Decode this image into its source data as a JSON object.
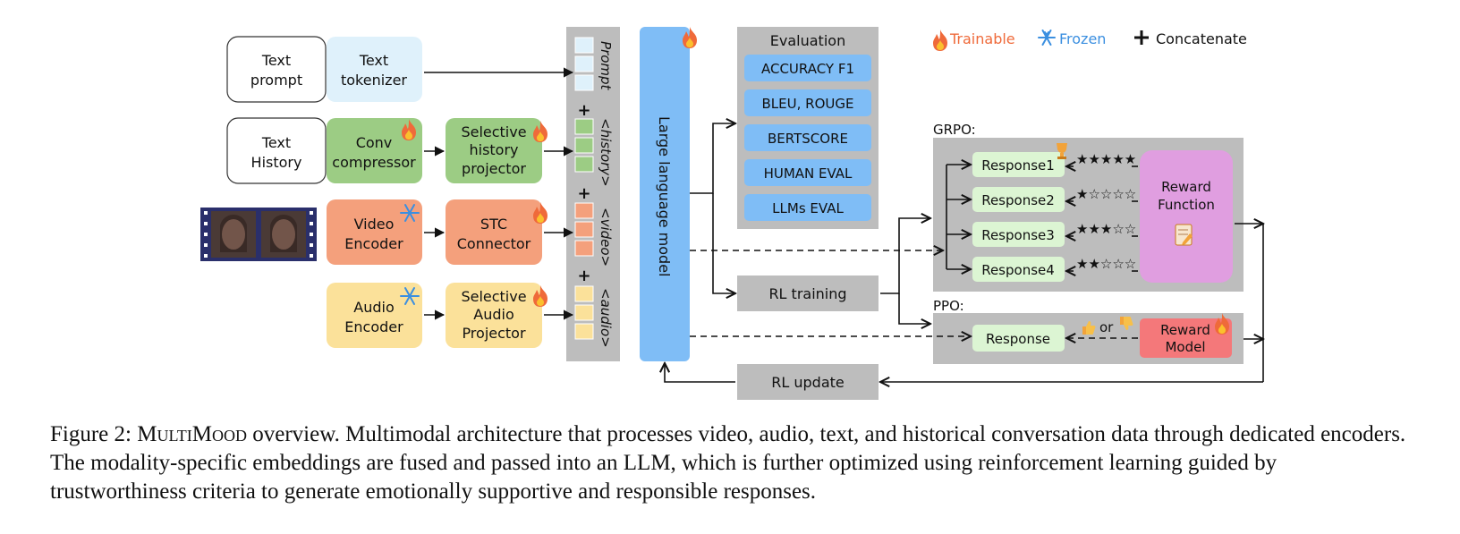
{
  "legend": {
    "trainable": "Trainable",
    "frozen": "Frozen",
    "concatenate": "Concatenate"
  },
  "inputs": {
    "text_prompt": [
      "Text",
      "prompt"
    ],
    "text_history": [
      "Text",
      "History"
    ]
  },
  "modules": {
    "text_tokenizer": [
      "Text",
      "tokenizer"
    ],
    "conv_compressor": [
      "Conv",
      "compressor"
    ],
    "selective_history_projector": [
      "Selective",
      "history",
      "projector"
    ],
    "video_encoder": [
      "Video",
      "Encoder"
    ],
    "stc_connector": [
      "STC",
      "Connector"
    ],
    "audio_encoder": [
      "Audio",
      "Encoder"
    ],
    "selective_audio_projector": [
      "Selective",
      "Audio",
      "Projector"
    ]
  },
  "token_labels": [
    "Prompt",
    "<history>",
    "<video>",
    "<audio>"
  ],
  "plus": "+",
  "llm": "Large language model",
  "evaluation": {
    "title": "Evaluation",
    "items": [
      "ACCURACY F1",
      "BLEU, ROUGE",
      "BERTSCORE",
      "HUMAN EVAL",
      "LLMs EVAL"
    ]
  },
  "rl_training": "RL training",
  "rl_update": "RL update",
  "grpo": {
    "label": "GRPO:",
    "responses": [
      "Response1",
      "Response2",
      "Response3",
      "Response4"
    ],
    "stars": [
      "★★★★★",
      "★☆☆☆☆",
      "★★★☆☆",
      "★★☆☆☆"
    ],
    "reward_function": [
      "Reward",
      "Function"
    ]
  },
  "ppo": {
    "label": "PPO:",
    "response": "Response",
    "or": "or",
    "reward_model": [
      "Reward",
      "Model"
    ]
  },
  "colors": {
    "trainable": "#ef6a3a",
    "frozen": "#3b8fe0",
    "llm": "#7fbdf6",
    "gray_panel": "#bdbdbd",
    "blue_item": "#7fbdf6",
    "green": "#9ccc84",
    "orange": "#f4a07c",
    "yellow": "#fbe19a",
    "light_blue": "#dff1fb",
    "light_green": "#dcf5d3",
    "pink": "#e09ee0",
    "red": "#f4787a"
  },
  "caption": {
    "prefix": "Figure 2: ",
    "name": "MultiMood",
    "text": " overview. Multimodal architecture that processes video, audio, text, and historical conversation data through dedicated encoders. The modality-specific embeddings are fused and passed into an LLM, which is further optimized using reinforcement learning guided by trustworthiness criteria to generate emotionally supportive and responsible responses."
  }
}
